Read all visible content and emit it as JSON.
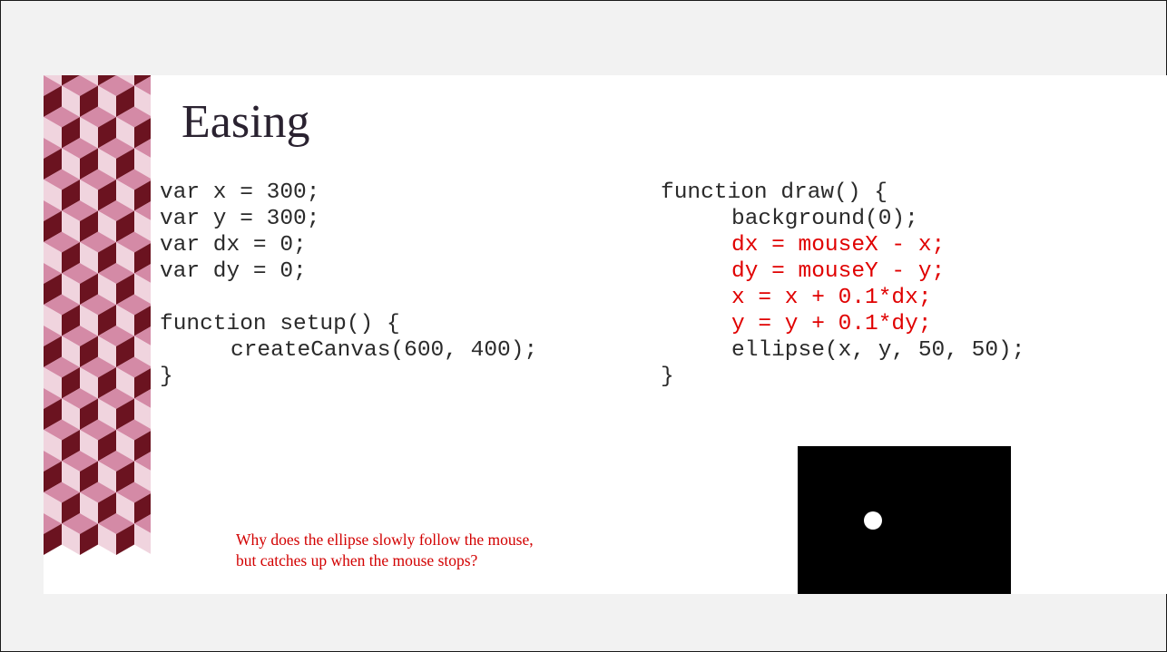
{
  "slide": {
    "title": "Easing",
    "left_code": [
      "var x = 300;",
      "var y = 300;",
      "var dx = 0;",
      "var dy = 0;",
      "",
      "function setup() {",
      "createCanvas(600, 400);",
      "}"
    ],
    "right_code": [
      "function draw() {",
      "background(0);",
      "dx = mouseX - x;",
      "dy = mouseY - y;",
      "x = x + 0.1*dx;",
      "y = y + 0.1*dy;",
      "ellipse(x, y, 50, 50);",
      "}"
    ],
    "question_line1": "Why does the ellipse slowly follow the mouse,",
    "question_line2": "but catches up when the mouse stops?",
    "preview": {
      "background": "#000000",
      "ball_color": "#ffffff"
    },
    "colors": {
      "highlight": "#e00000",
      "pattern_dark": "#6b1320",
      "pattern_mid": "#d48aa6",
      "pattern_light": "#f0d4de"
    }
  }
}
